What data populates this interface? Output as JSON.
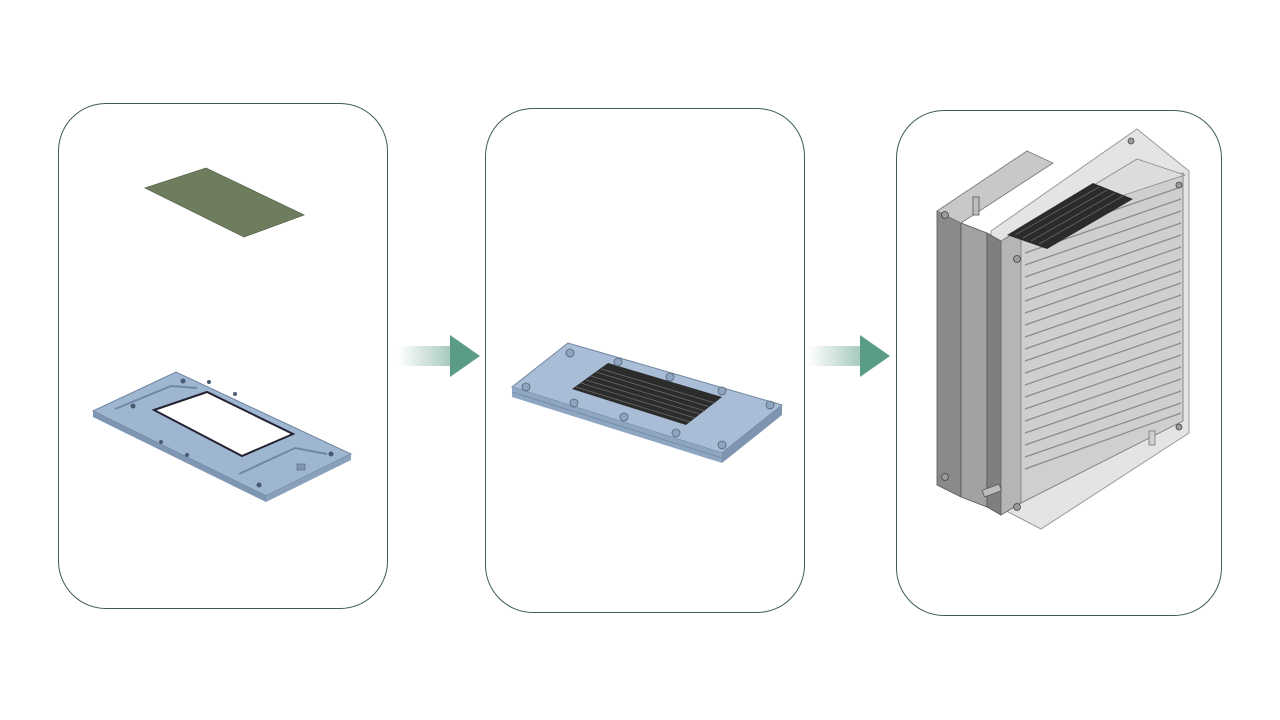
{
  "colors": {
    "panel_border": "#3d5e4c",
    "arrow_head": "#5a9c86",
    "membrane": "#6f7d5f",
    "plate_blue": "#a9bed6",
    "plate_blue_dark": "#8ea6c2",
    "stack_grey": "#c4c4c4",
    "stack_dark": "#7f7f7f",
    "channel_dark": "#2c2c2c"
  },
  "panels": [
    {
      "id": "stage-1",
      "contents": [
        "membrane-sheet",
        "frame-gasket-plate"
      ]
    },
    {
      "id": "stage-2",
      "contents": [
        "assembled-cell-plate"
      ]
    },
    {
      "id": "stage-3",
      "contents": [
        "cell-stack-module"
      ]
    }
  ],
  "arrows": [
    {
      "from": "stage-1",
      "to": "stage-2",
      "icon": "arrow-right-icon"
    },
    {
      "from": "stage-2",
      "to": "stage-3",
      "icon": "arrow-right-icon"
    }
  ]
}
